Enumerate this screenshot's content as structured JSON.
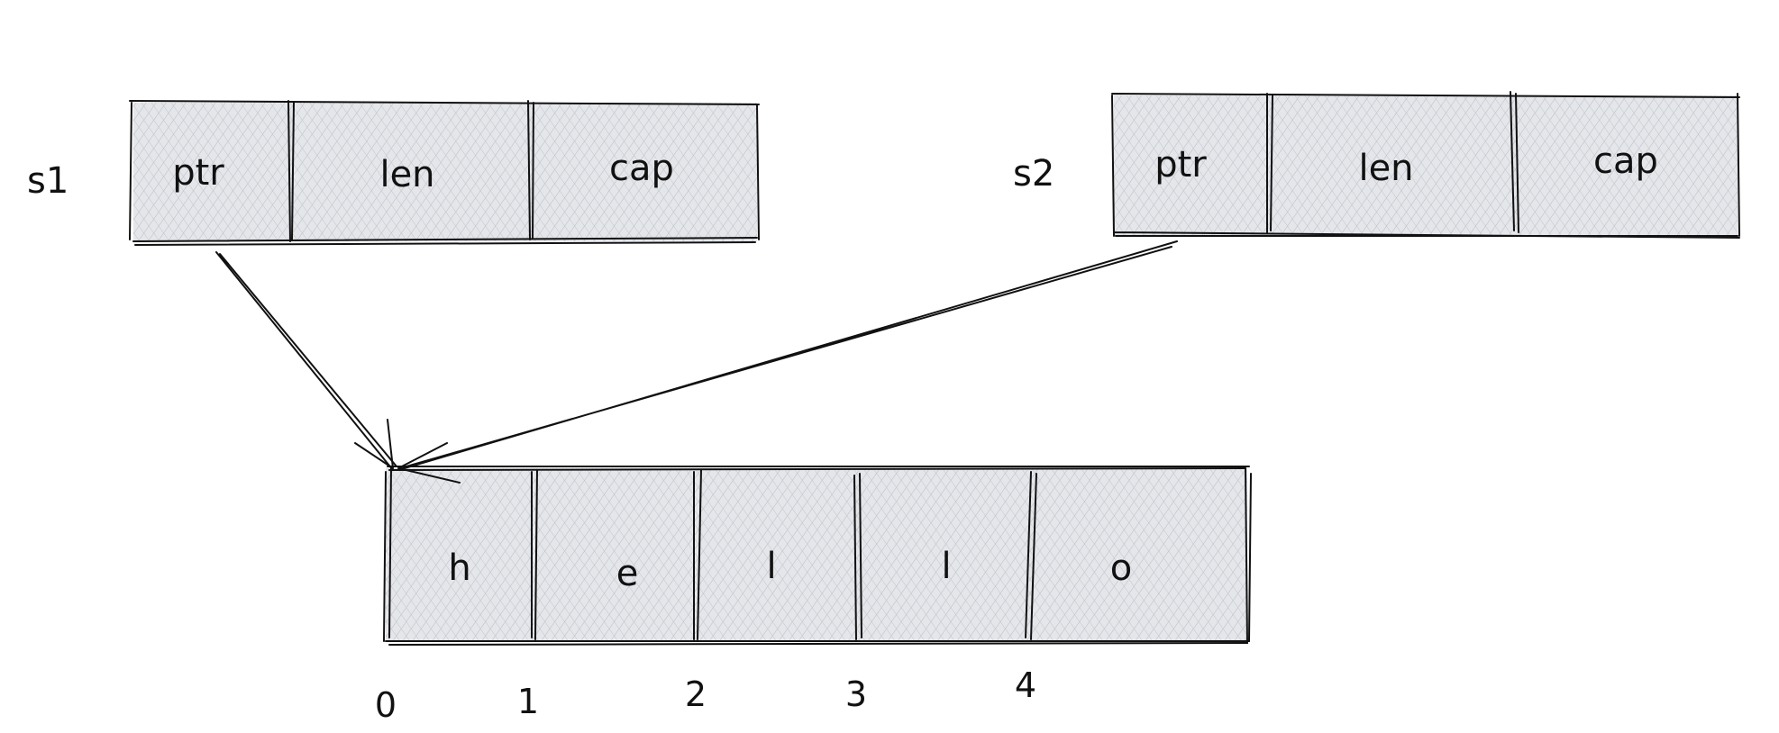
{
  "structs": [
    {
      "name": "s1",
      "fields": [
        "ptr",
        "len",
        "cap"
      ]
    },
    {
      "name": "s2",
      "fields": [
        "ptr",
        "len",
        "cap"
      ]
    }
  ],
  "buffer": {
    "chars": [
      "h",
      "e",
      "l",
      "l",
      "o"
    ],
    "indices": [
      "0",
      "1",
      "2",
      "3",
      "4"
    ]
  },
  "colors": {
    "fill": "#d5d8de",
    "hatch": "#b9bdc6",
    "stroke": "#111111"
  }
}
